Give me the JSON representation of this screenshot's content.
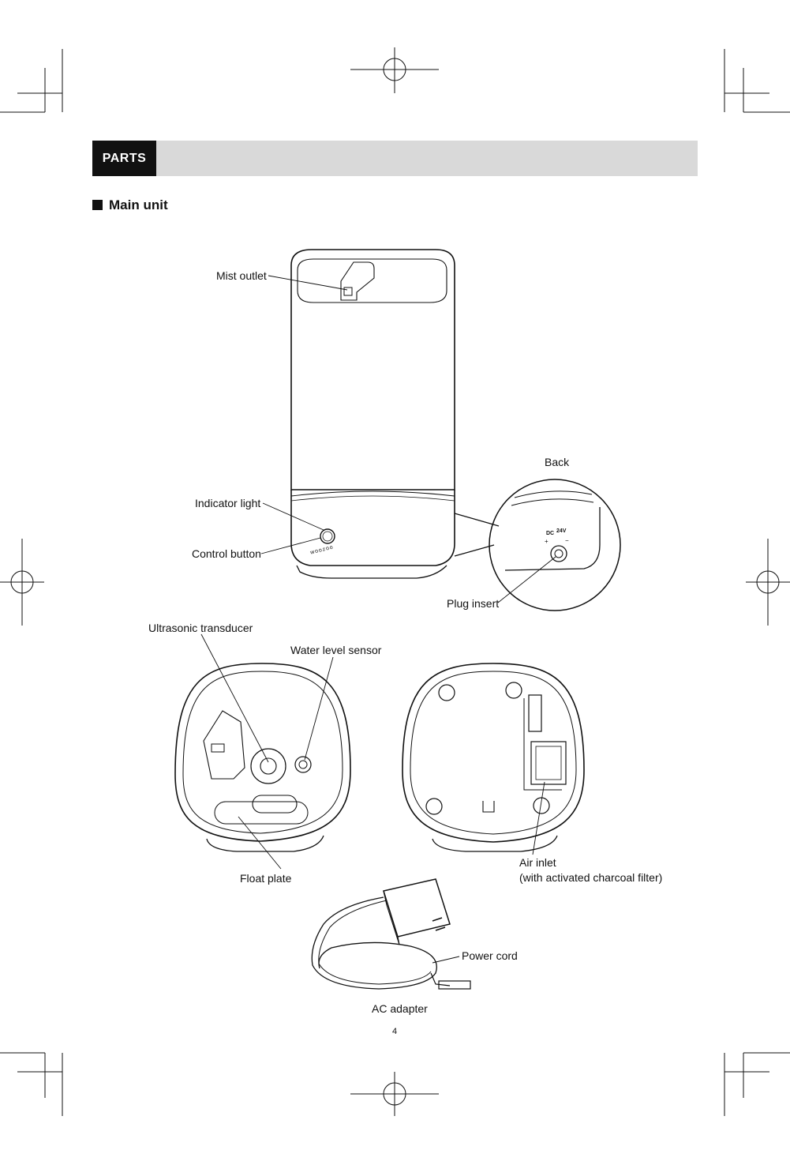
{
  "section": {
    "tag": "PARTS"
  },
  "subsection": {
    "title": "Main unit"
  },
  "labels": {
    "mist_outlet": "Mist outlet",
    "back": "Back",
    "indicator_light": "Indicator light",
    "control_button": "Control button",
    "plug_insert": "Plug insert",
    "ultrasonic_transducer": "Ultrasonic transducer",
    "water_level_sensor": "Water level sensor",
    "float_plate": "Float plate",
    "air_inlet": "Air inlet",
    "air_inlet_note": "(with activated charcoal filter)",
    "power_cord": "Power cord",
    "ac_adapter": "AC adapter"
  },
  "marks": {
    "dc": "DC",
    "voltage": "24V",
    "plus": "+",
    "minus": "−",
    "brand": "woozoo"
  },
  "page": {
    "number": "4"
  }
}
